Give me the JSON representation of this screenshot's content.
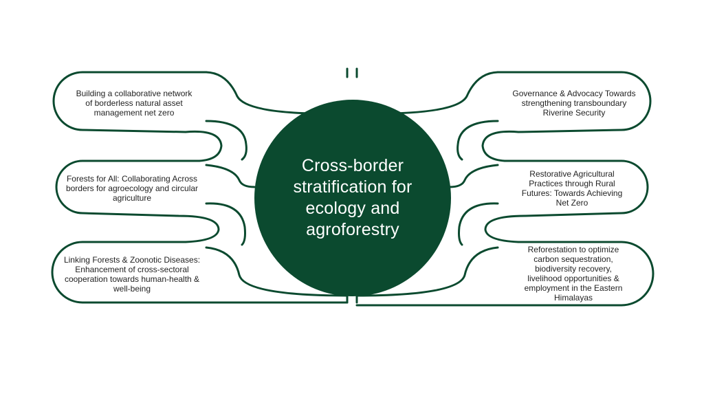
{
  "diagram": {
    "center": {
      "title": "Cross-border stratification for ecology and agroforestry"
    },
    "colors": {
      "primary": "#0b4a2f",
      "text": "#222222",
      "background": "#ffffff"
    },
    "nodes": [
      {
        "id": "l1",
        "side": "left",
        "text": "Building a collaborative network of borderless natural asset management net zero"
      },
      {
        "id": "l2",
        "side": "left",
        "text": "Forests for All: Collaborating Across borders for agroecology and circular agriculture"
      },
      {
        "id": "l3",
        "side": "left",
        "text": "Linking Forests & Zoonotic Diseases: Enhancement of cross-sectoral cooperation towards human-health & well-being"
      },
      {
        "id": "r1",
        "side": "right",
        "text": "Governance & Advocacy Towards strengthening transboundary Riverine Security"
      },
      {
        "id": "r2",
        "side": "right",
        "text": "Restorative Agricultural Practices through Rural Futures: Towards Achieving Net Zero"
      },
      {
        "id": "r3",
        "side": "right",
        "text": "Reforestation to optimize carbon sequestration, biodiversity recovery, livelihood opportunities & employment in the Eastern Himalayas"
      }
    ]
  }
}
